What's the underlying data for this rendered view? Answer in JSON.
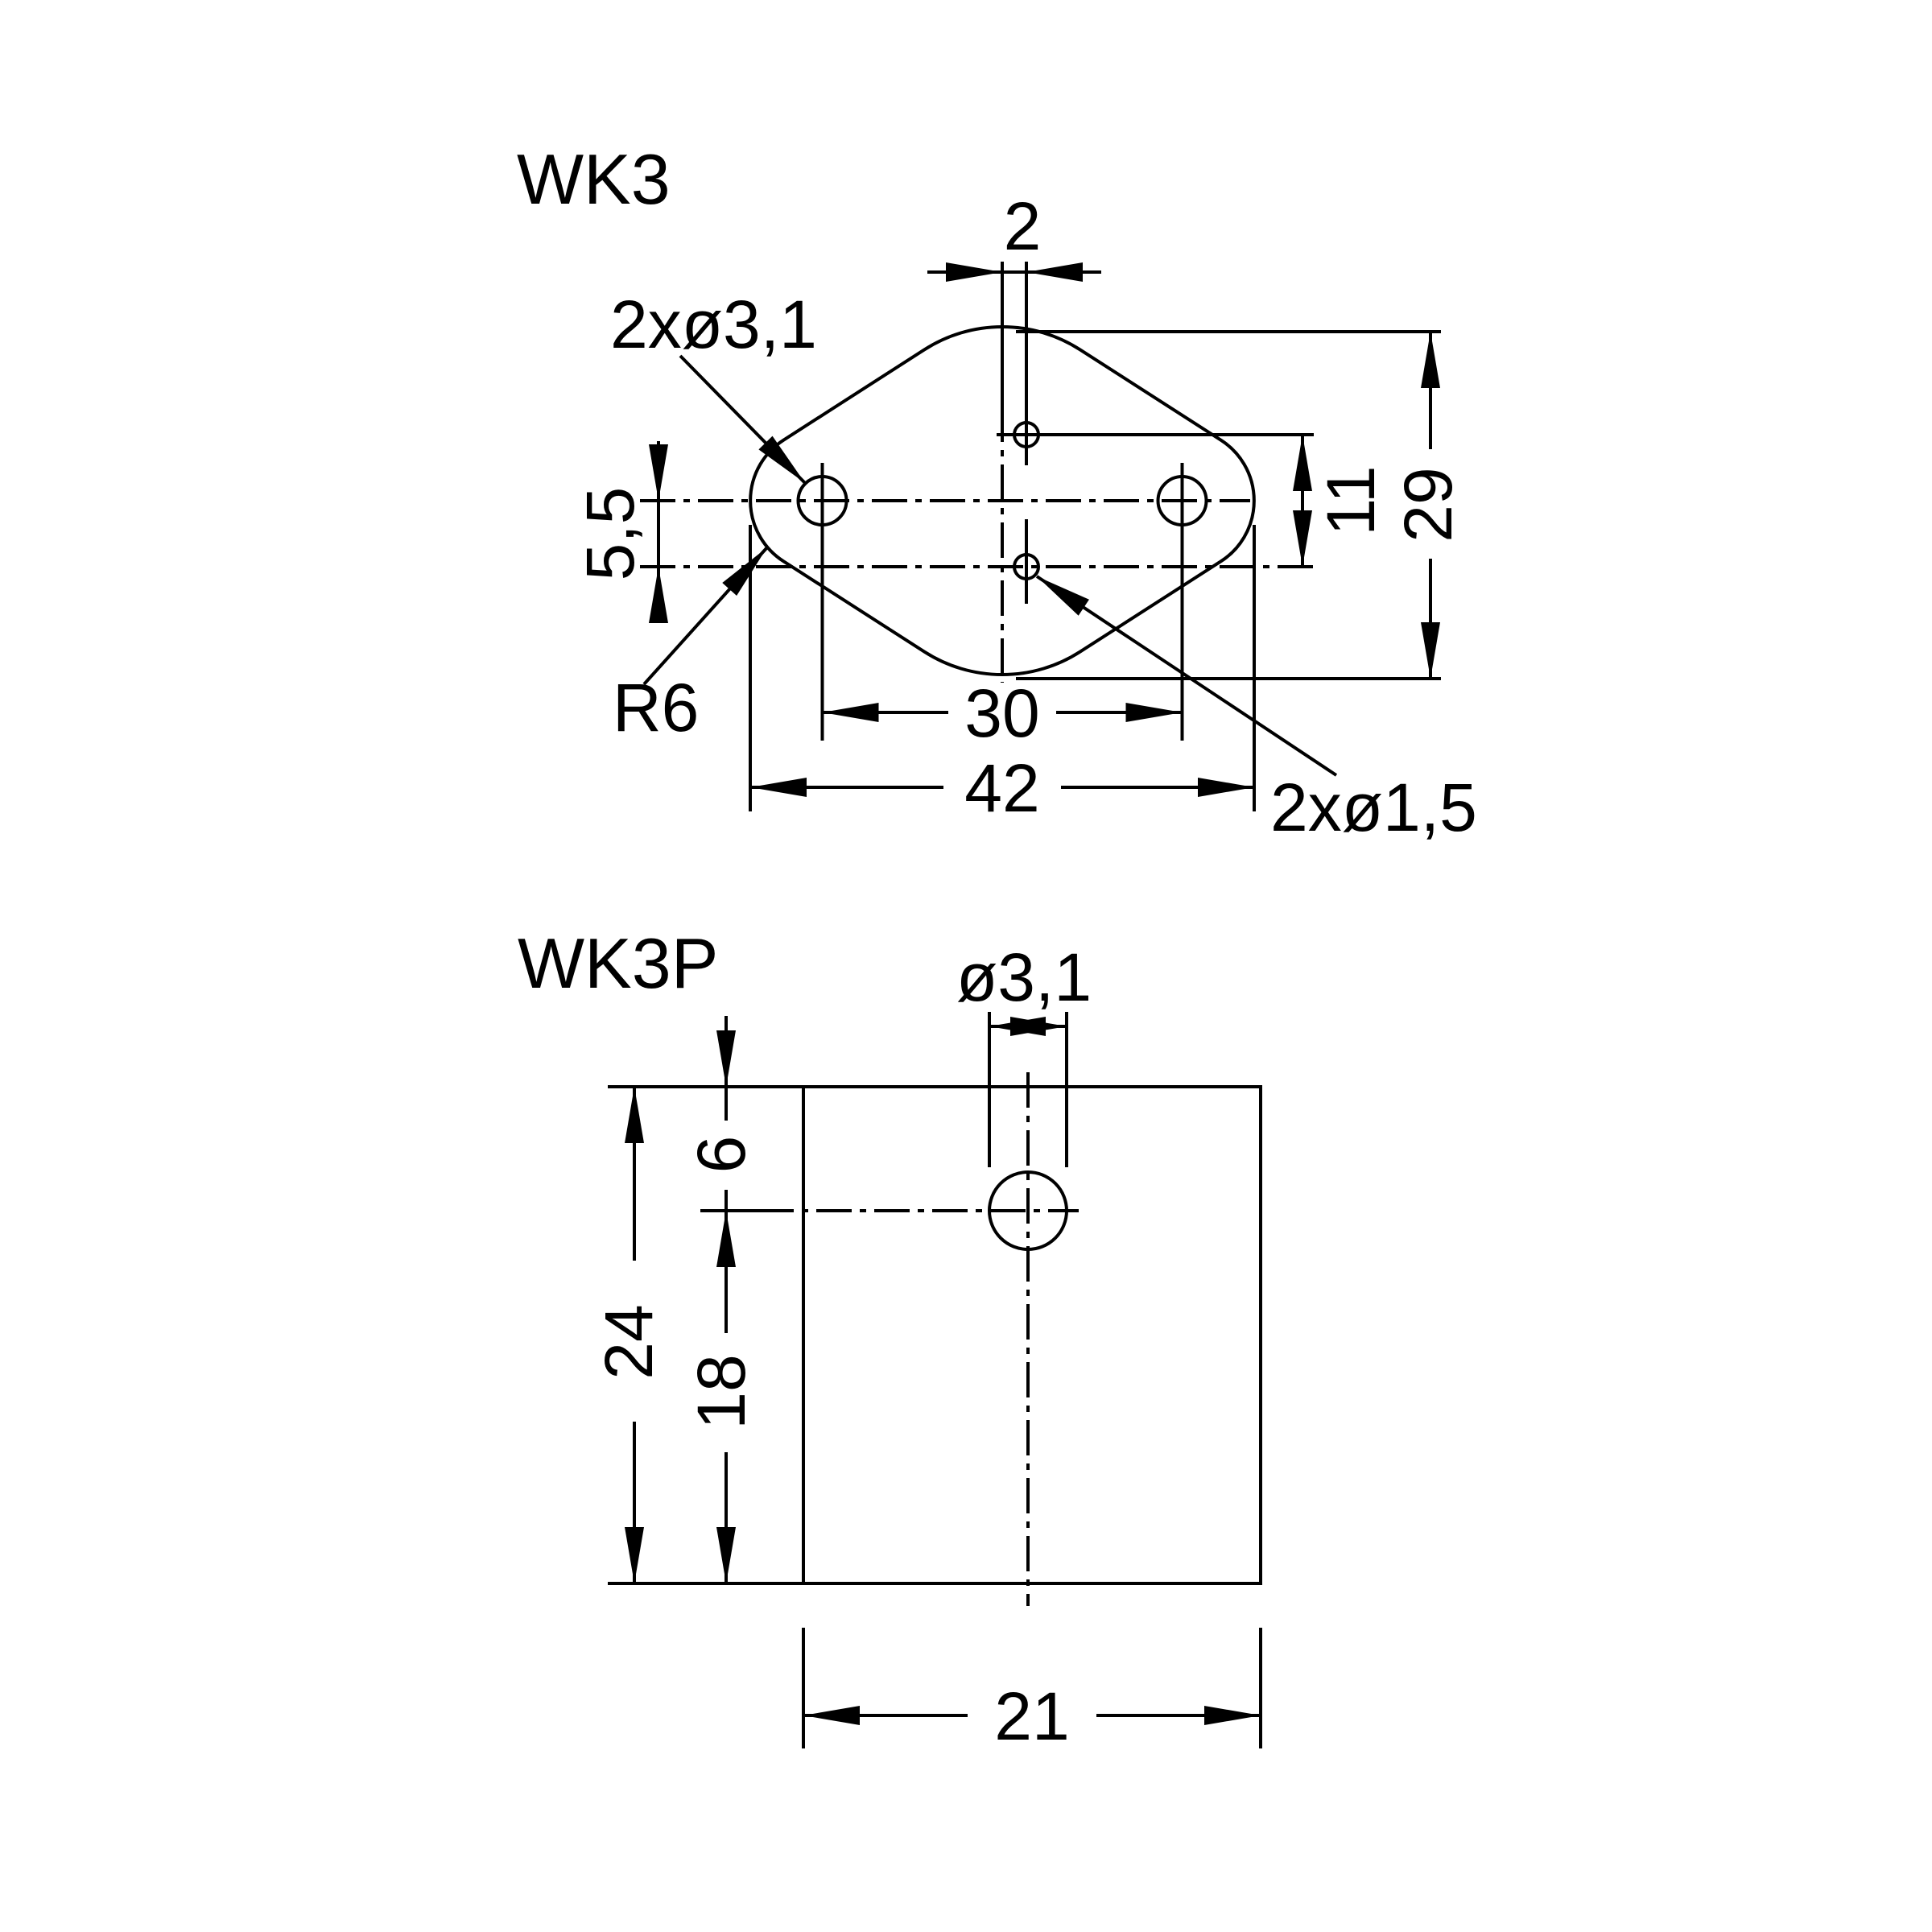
{
  "page": {
    "background": "#ffffff",
    "ink": "#000000"
  },
  "wk3": {
    "title": "WK3",
    "dim_pin_axis_offset": "2",
    "label_mounting_holes": "2xø3,1",
    "dim_half_pin_spacing": "5,5",
    "label_corner_radius": "R6",
    "dim_hole_spacing": "30",
    "dim_overall_width": "42",
    "label_pin_holes": "2xø1,5",
    "dim_pin_spacing": "11",
    "dim_overall_height": "29"
  },
  "wk3p": {
    "title": "WK3P",
    "dim_hole_diameter": "ø3,1",
    "dim_hole_from_top": "6",
    "dim_overall_height": "24",
    "dim_hole_from_bottom": "18",
    "dim_overall_width": "21"
  }
}
